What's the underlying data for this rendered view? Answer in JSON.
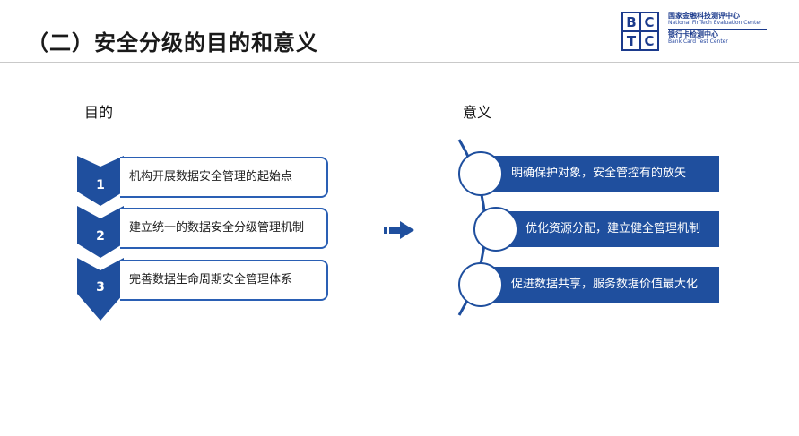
{
  "title": "（二）安全分级的目的和意义",
  "logo": {
    "letters": [
      "B",
      "C",
      "T",
      "C"
    ],
    "cn_top": "国家金融科技测评中心",
    "en_top": "National FinTech Evaluation Center",
    "cn_bottom": "银行卡检测中心",
    "en_bottom": "Bank Card Test Center"
  },
  "purpose": {
    "heading": "目的",
    "steps": [
      {
        "num": "1",
        "text": "机构开展数据安全管理的起始点"
      },
      {
        "num": "2",
        "text": "建立统一的数据安全分级管理机制"
      },
      {
        "num": "3",
        "text": "完善数据生命周期安全管理体系"
      }
    ]
  },
  "meaning": {
    "heading": "意义",
    "items": [
      {
        "text": "明确保护对象，安全管控有的放矢"
      },
      {
        "text": "优化资源分配，建立健全管理机制"
      },
      {
        "text": "促进数据共享，服务数据价值最大化"
      }
    ]
  },
  "colors": {
    "primary": "#1f4f9e",
    "accent": "#2a5fb4"
  },
  "icons": {
    "arrow": "arrow-right-icon"
  }
}
